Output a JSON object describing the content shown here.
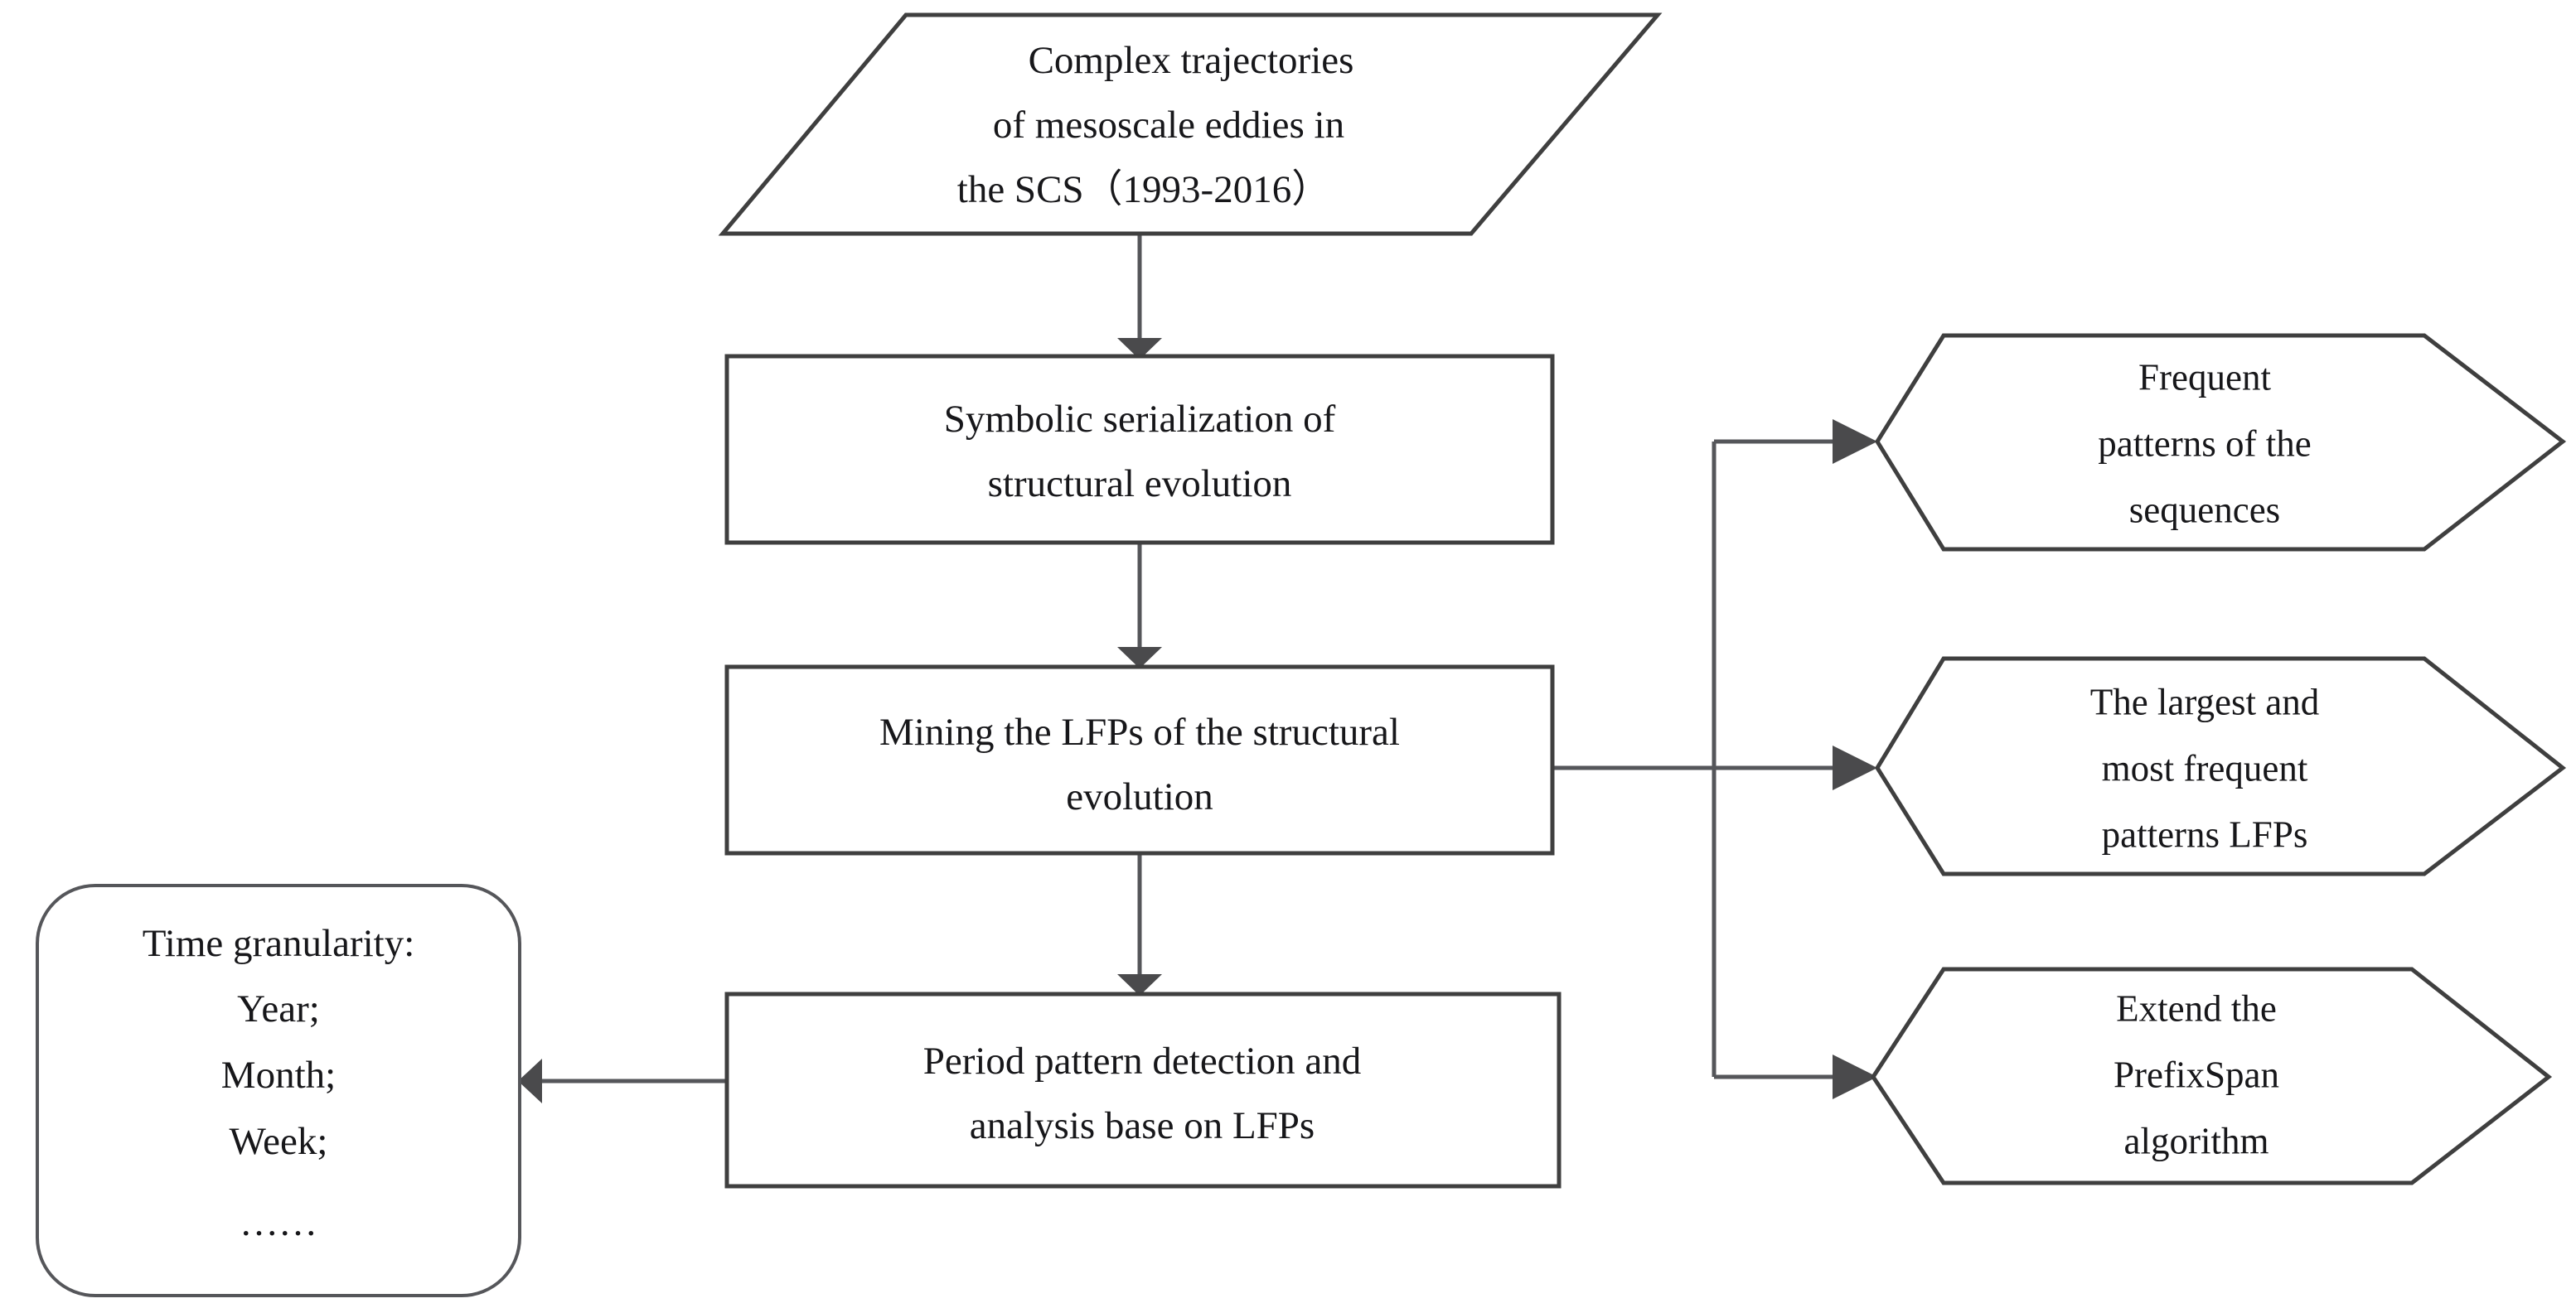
{
  "diagram": {
    "title": "Methodology flowchart for mining LFPs of mesoscale eddy structural evolution",
    "background_color": "#ffffff",
    "line_color": "#55565a",
    "text_color": "#17171a",
    "nodes": {
      "input_data": {
        "shape": "parallelogram",
        "lines": [
          "Complex trajectories",
          "of mesoscale eddies in",
          "the SCS（1993-2016）"
        ]
      },
      "step_symbolic": {
        "shape": "rectangle",
        "lines": [
          "Symbolic serialization of",
          "structural evolution"
        ]
      },
      "step_mining": {
        "shape": "rectangle",
        "lines": [
          "Mining the LFPs of the structural",
          "evolution"
        ]
      },
      "step_period": {
        "shape": "rectangle",
        "lines": [
          "Period pattern detection and",
          "analysis base on LFPs"
        ]
      },
      "time_granularity": {
        "shape": "rounded-rectangle",
        "lines": [
          "Time granularity:",
          "Year;",
          "Month;",
          "Week;",
          "……"
        ]
      },
      "out_frequent_patterns": {
        "shape": "hexagon",
        "lines": [
          "Frequent",
          "patterns of the",
          "sequences"
        ]
      },
      "out_largest_patterns": {
        "shape": "hexagon",
        "lines": [
          "The largest and",
          "most frequent",
          "patterns LFPs"
        ]
      },
      "out_extend_algorithm": {
        "shape": "hexagon",
        "lines": [
          "Extend the",
          "PrefixSpan",
          "algorithm"
        ]
      }
    },
    "edges": [
      {
        "name": "input-to-symbolic",
        "from": "input_data",
        "to": "step_symbolic",
        "direction": "down",
        "arrow": true
      },
      {
        "name": "symbolic-to-mining",
        "from": "step_symbolic",
        "to": "step_mining",
        "direction": "down",
        "arrow": true
      },
      {
        "name": "mining-to-period",
        "from": "step_mining",
        "to": "step_period",
        "direction": "down",
        "arrow": true
      },
      {
        "name": "period-to-time-granularity",
        "from": "step_period",
        "to": "time_granularity",
        "direction": "left",
        "arrow": true
      },
      {
        "name": "mining-to-frequent-patterns",
        "from": "step_mining",
        "to": "out_frequent_patterns",
        "direction": "right",
        "arrow": true
      },
      {
        "name": "mining-to-largest-patterns",
        "from": "step_mining",
        "to": "out_largest_patterns",
        "direction": "right",
        "arrow": true
      },
      {
        "name": "mining-to-extend-algorithm",
        "from": "step_mining",
        "to": "out_extend_algorithm",
        "direction": "right",
        "arrow": true
      }
    ]
  }
}
